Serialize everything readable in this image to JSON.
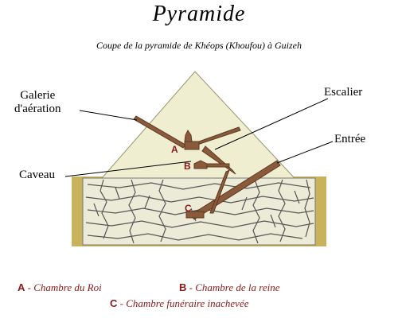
{
  "title": "Pyramide",
  "subtitle": "Coupe de la pyramide de Khéops (Khoufou) à Guizeh",
  "labels": {
    "galerie_line1": "Galerie",
    "galerie_line2": "d'aération",
    "escalier": "Escalier",
    "entree": "Entrée",
    "caveau": "Caveau"
  },
  "markers": {
    "a": "A",
    "b": "B",
    "c": "C"
  },
  "legend": [
    {
      "key": "A",
      "text": " - Chambre du Roi"
    },
    {
      "key": "B",
      "text": " - Chambre de la reine"
    },
    {
      "key": "C",
      "text": " - Chambre funéraire inachevée"
    }
  ],
  "colors": {
    "sky": "#ffffff",
    "pyramid": "#efeed0",
    "ground": "#c9b25c",
    "bedrock": "#ecebd8",
    "passages": "#8a5a3a",
    "marker": "#8a1a1a"
  }
}
